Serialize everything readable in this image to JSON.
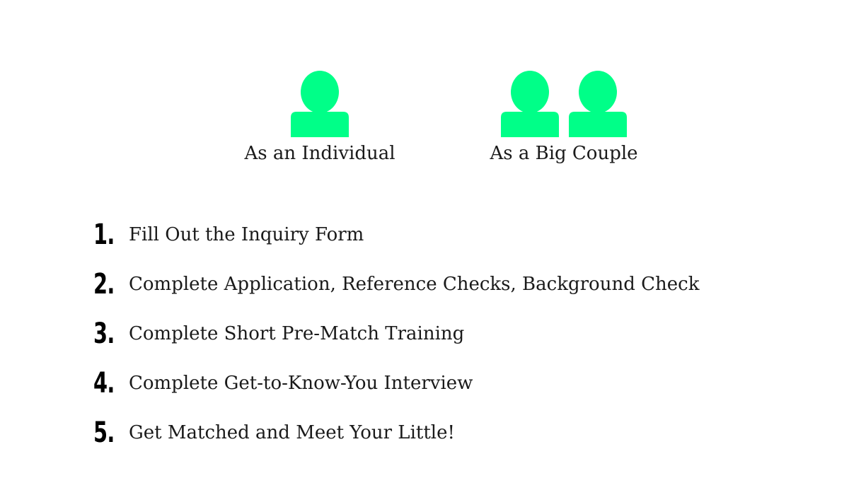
{
  "colors": {
    "accent": "#00ff88",
    "text": "#1a1a1a",
    "background": "#ffffff"
  },
  "options": [
    {
      "label": "As an Individual",
      "icon": "person-icon",
      "icon_count": 1
    },
    {
      "label": "As a Big Couple",
      "icon": "person-icon",
      "icon_count": 2
    }
  ],
  "steps": [
    {
      "number": "1.",
      "text": "Fill Out the Inquiry Form"
    },
    {
      "number": "2.",
      "text": "Complete Application, Reference Checks, Background Check"
    },
    {
      "number": "3.",
      "text": "Complete Short Pre-Match Training"
    },
    {
      "number": "4.",
      "text": "Complete Get-to-Know-You Interview"
    },
    {
      "number": "5.",
      "text": "Get Matched and Meet Your Little!"
    }
  ]
}
